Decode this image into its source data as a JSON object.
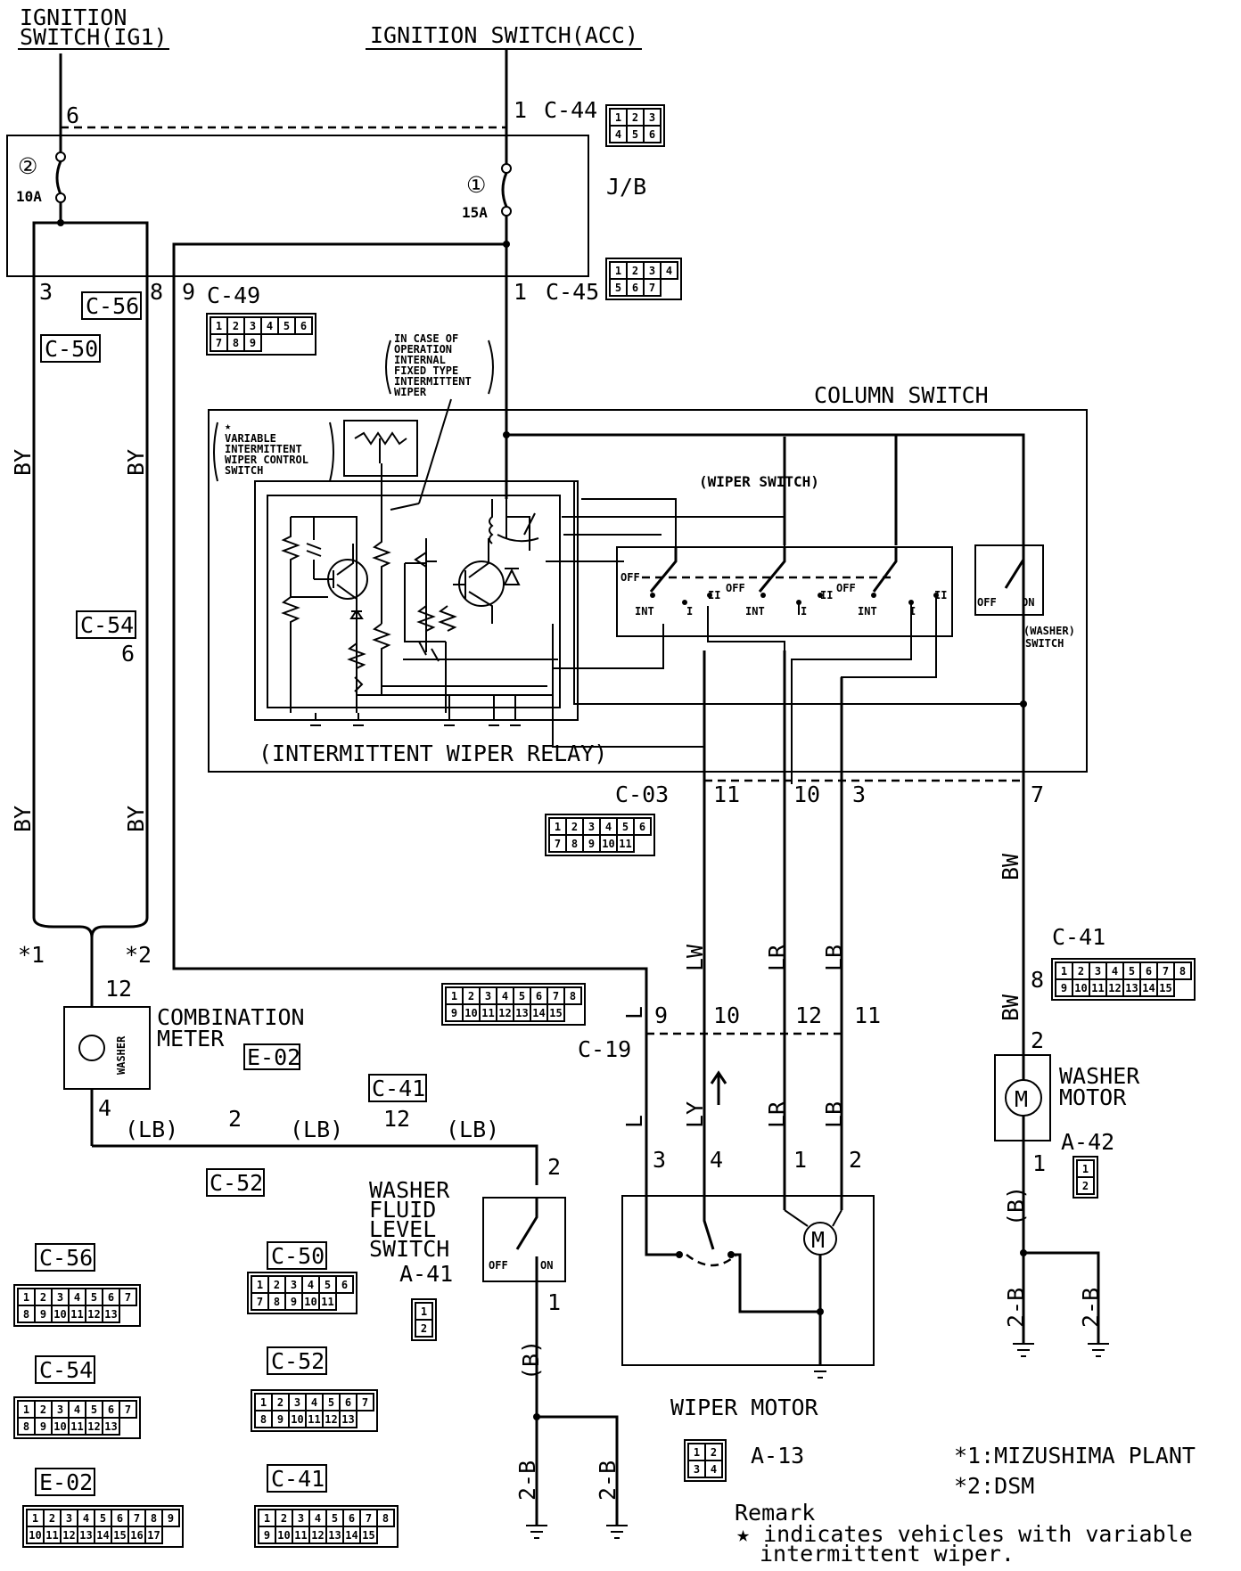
{
  "title_ig1_line1": "IGNITION",
  "title_ig1_line2": "SWITCH(IG1)",
  "title_acc": "IGNITION SWITCH(ACC)",
  "junction_block": "J/B",
  "fuse1_num": "①",
  "fuse1_amp": "15A",
  "fuse2_num": "②",
  "fuse2_amp": "10A",
  "column_switch": "COLUMN SWITCH",
  "wiper_switch": "(WIPER SWITCH)",
  "washer_switch_line1": "(WASHER)",
  "washer_switch_line2": "SWITCH",
  "intermittent_relay": "(INTERMITTENT WIPER RELAY)",
  "note_fixed_type": [
    "IN CASE OF",
    "OPERATION",
    "INTERNAL",
    "FIXED TYPE",
    "INTERMITTENT",
    "WIPER"
  ],
  "note_variable_type": [
    "★",
    "VARIABLE",
    "INTERMITTENT",
    "WIPER CONTROL",
    "SWITCH"
  ],
  "combination_meter_line1": "COMBINATION",
  "combination_meter_line2": "METER",
  "washer_gauge": "WASHER",
  "washer_motor_line1": "WASHER",
  "washer_motor_line2": "MOTOR",
  "washer_fluid_level_switch": [
    "WASHER",
    "FLUID",
    "LEVEL",
    "SWITCH"
  ],
  "wiper_motor": "WIPER MOTOR",
  "switch_labels": {
    "off": "OFF",
    "on": "ON",
    "int": "INT",
    "one": "I",
    "two": "II",
    "motor": "M"
  },
  "connectors": {
    "c44": "C-44",
    "c45": "C-45",
    "c49": "C-49",
    "c03": "C-03",
    "c41": "C-41",
    "c19": "C-19",
    "c56": "C-56",
    "c50": "C-50",
    "c54": "C-54",
    "c52": "C-52",
    "e02": "E-02",
    "a41": "A-41",
    "a42": "A-42",
    "a13": "A-13"
  },
  "pins": {
    "p1_c44": "1",
    "p6_ig1": "6",
    "p3": "3",
    "p8": "8",
    "p9": "9",
    "p1_c45": "1",
    "p6_c54": "6",
    "p11_c03": "11",
    "p10_c03": "10",
    "p3_c03": "3",
    "p7_c03": "7",
    "p8_c41": "8",
    "p2_a42": "2",
    "p1_a42": "1",
    "p12_meter": "12",
    "p4_meter": "4",
    "p2_c52": "2",
    "p12_c41": "12",
    "p2_a41": "2",
    "p1_a41": "1",
    "p9_c19": "9",
    "p10_c19": "10",
    "p12_c19": "12",
    "p11_c19": "11",
    "p3_a13": "3",
    "p4_a13": "4",
    "p1_a13": "1",
    "p2_a13": "2"
  },
  "wire_colors": {
    "by": "BY",
    "bw": "BW",
    "lw": "LW",
    "lr": "LR",
    "lb": "LB",
    "l": "L",
    "ly": "LY",
    "lb_paren": "(LB)",
    "b_paren": "(B)",
    "ground": "2-B"
  },
  "plant_notes": {
    "star1_mark": "*1",
    "star2_mark": "*2",
    "star1": "*1:MIZUSHIMA PLANT",
    "star2": "*2:DSM"
  },
  "remark_title": "Remark",
  "remark_line1": "★ indicates vehicles with variable",
  "remark_line2": "intermittent wiper.",
  "conn_pins": {
    "c44": [
      "1",
      "2",
      "3",
      "4",
      "5",
      "6"
    ],
    "c45": [
      "1",
      "2",
      "3",
      "4",
      "5",
      "6",
      "7"
    ],
    "c49": [
      "1",
      "2",
      "3",
      "4",
      "5",
      "6",
      "7",
      "8",
      "9"
    ],
    "c03": [
      "1",
      "2",
      "3",
      "4",
      "5",
      "6",
      "7",
      "8",
      "9",
      "10",
      "11"
    ],
    "c41": [
      "1",
      "2",
      "3",
      "4",
      "5",
      "6",
      "7",
      "8",
      "9",
      "10",
      "11",
      "12",
      "13",
      "14",
      "15"
    ],
    "c19": [
      "1",
      "2",
      "3",
      "4",
      "5",
      "6",
      "7",
      "8",
      "9",
      "10",
      "11",
      "12",
      "13",
      "14",
      "15"
    ],
    "c56": [
      "1",
      "2",
      "3",
      "4",
      "5",
      "6",
      "7",
      "8",
      "9",
      "10",
      "11",
      "12",
      "13"
    ],
    "c50": [
      "1",
      "2",
      "3",
      "4",
      "5",
      "6",
      "7",
      "8",
      "9",
      "10",
      "11"
    ],
    "c54": [
      "1",
      "2",
      "3",
      "4",
      "5",
      "6",
      "7",
      "8",
      "9",
      "10",
      "11",
      "12",
      "13"
    ],
    "c52": [
      "1",
      "2",
      "3",
      "4",
      "5",
      "6",
      "7",
      "8",
      "9",
      "10",
      "11",
      "12",
      "13"
    ],
    "e02": [
      "1",
      "2",
      "3",
      "4",
      "5",
      "6",
      "7",
      "8",
      "9",
      "10",
      "11",
      "12",
      "13",
      "14",
      "15",
      "16",
      "17"
    ],
    "a41": [
      "1",
      "2"
    ],
    "a42": [
      "1",
      "2"
    ],
    "a13": [
      "1",
      "2",
      "3",
      "4"
    ]
  }
}
